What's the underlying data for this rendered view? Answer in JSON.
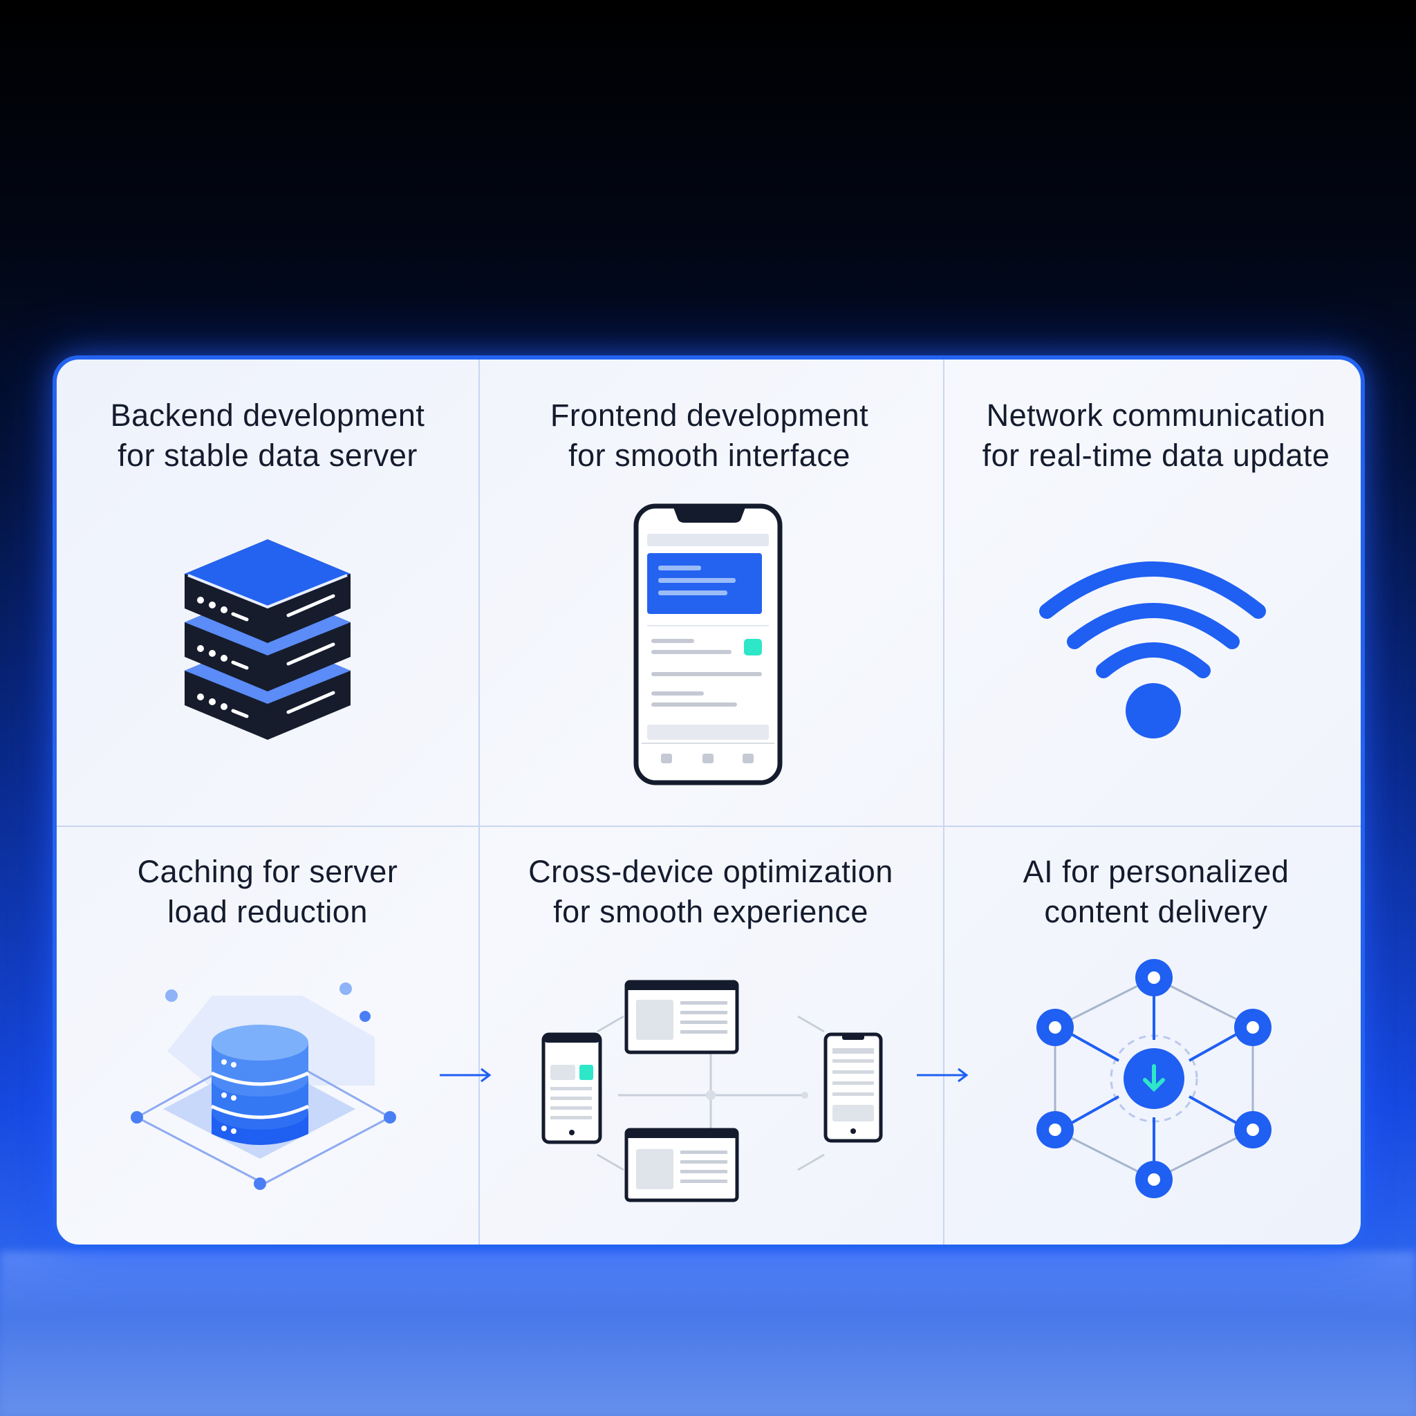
{
  "panels": [
    {
      "id": "backend",
      "line1": "Backend development",
      "line2": "for stable data server",
      "icon": "server-stack-icon"
    },
    {
      "id": "frontend",
      "line1": "Frontend development",
      "line2": "for smooth interface",
      "icon": "smartphone-icon"
    },
    {
      "id": "network",
      "line1": "Network communication",
      "line2": "for real-time data update",
      "icon": "wifi-icon"
    },
    {
      "id": "caching",
      "line1": "Caching for server",
      "line2": "load reduction",
      "icon": "database-icon"
    },
    {
      "id": "crossdevice",
      "line1": "Cross-device optimization",
      "line2": "for smooth experience",
      "icon": "multi-device-icon"
    },
    {
      "id": "ai",
      "line1": "AI for personalized",
      "line2": "content delivery",
      "icon": "ai-network-icon"
    }
  ],
  "colors": {
    "accent": "#1f5ff2",
    "dark": "#141b2d",
    "teal": "#2ee6c8",
    "panel_bg": "#f2f5fc"
  }
}
